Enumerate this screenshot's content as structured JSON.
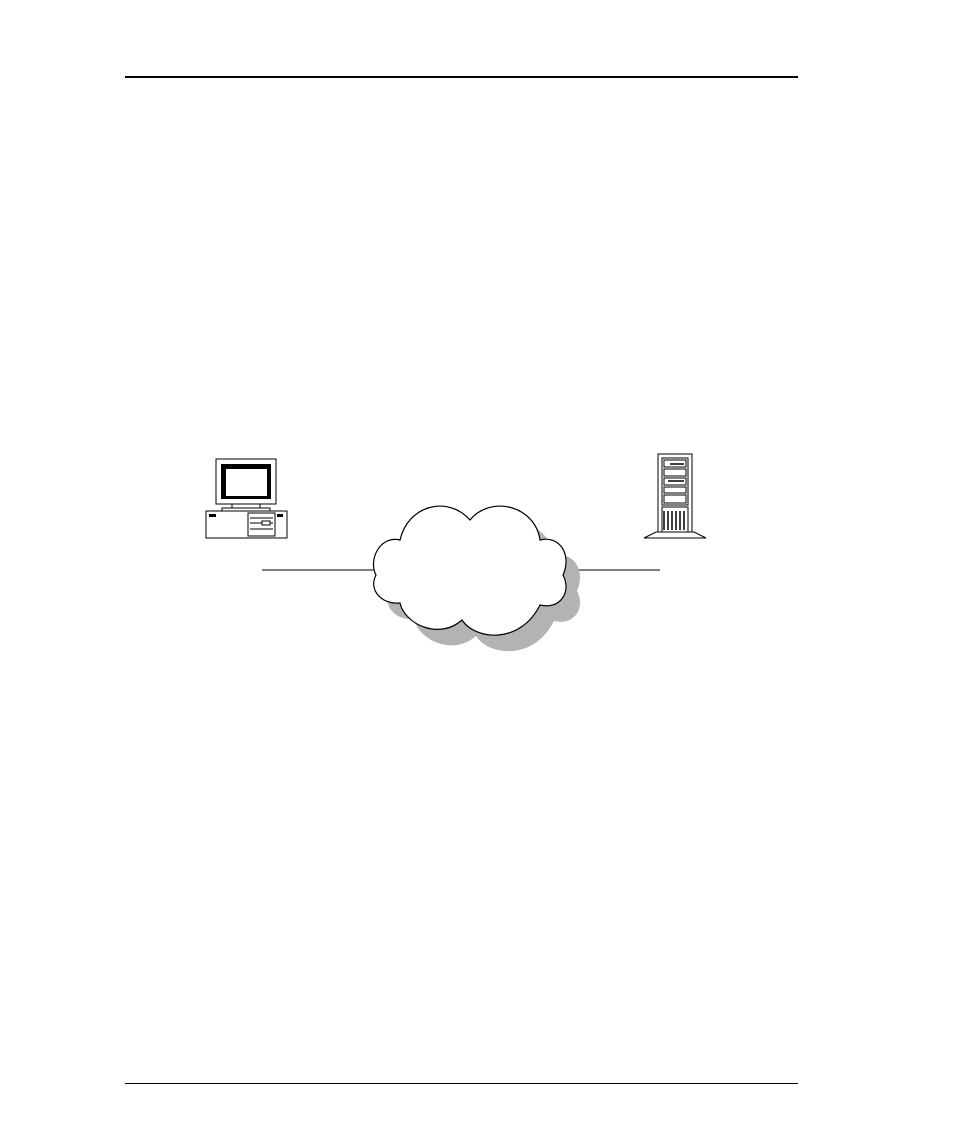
{
  "diagram": {
    "nodes": [
      {
        "id": "client",
        "icon": "desktop-computer-icon"
      },
      {
        "id": "network",
        "icon": "cloud-icon"
      },
      {
        "id": "server",
        "icon": "tower-server-icon"
      }
    ],
    "links": [
      {
        "from": "client",
        "to": "network"
      },
      {
        "from": "network",
        "to": "server"
      }
    ],
    "colors": {
      "line": "#000000",
      "cloud_fill": "#ffffff",
      "cloud_shadow": "#b3b3b3"
    }
  }
}
